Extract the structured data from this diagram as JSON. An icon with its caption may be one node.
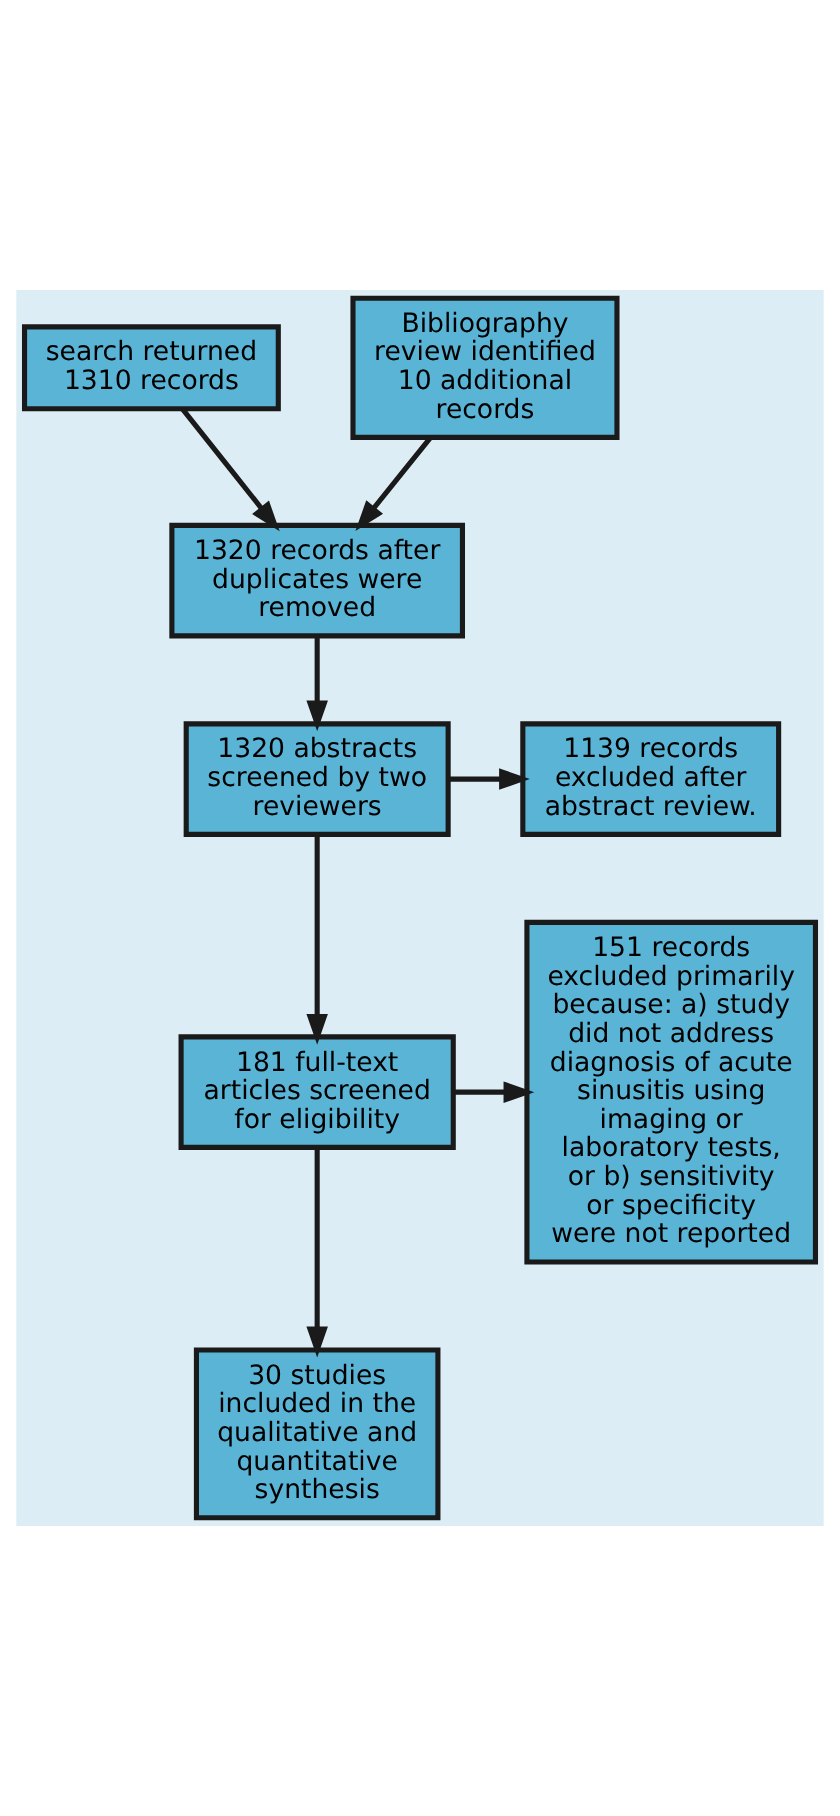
{
  "diagram": {
    "nodes": [
      {
        "text": [
          "search returned 1310 records"
        ]
      },
      {
        "text": [
          "Bibliography review identified 10 additional records"
        ]
      },
      {
        "text": [
          "1320 records after duplicates were removed"
        ]
      },
      {
        "text": [
          "1320 abstracts screened by two reviewers"
        ]
      },
      {
        "text": [
          "1139 records excluded after abstract review."
        ]
      },
      {
        "text": [
          "181 full-text articles screened for eligibility"
        ]
      },
      {
        "text": [
          "151 records excluded primarily because: a) study did not address diagnosis of acute sinusitis using imaging or laboratory tests, or b) sensitivity or specificity were not reported"
        ]
      },
      {
        "text": [
          "30 studies included in the qualitative and quantitative synthesis"
        ]
      }
    ],
    "edges": [
      {
        "from": 0,
        "to": 2,
        "arrow": "to"
      },
      {
        "from": 1,
        "to": 2,
        "arrow": "to"
      },
      {
        "from": 2,
        "to": 3,
        "arrow": "to"
      },
      {
        "from": 3,
        "to": 4,
        "arrow": "to"
      },
      {
        "from": 3,
        "to": 5,
        "arrow": "to"
      },
      {
        "from": 5,
        "to": 6,
        "arrow": "to"
      },
      {
        "from": 5,
        "to": 7,
        "arrow": "to"
      }
    ]
  }
}
